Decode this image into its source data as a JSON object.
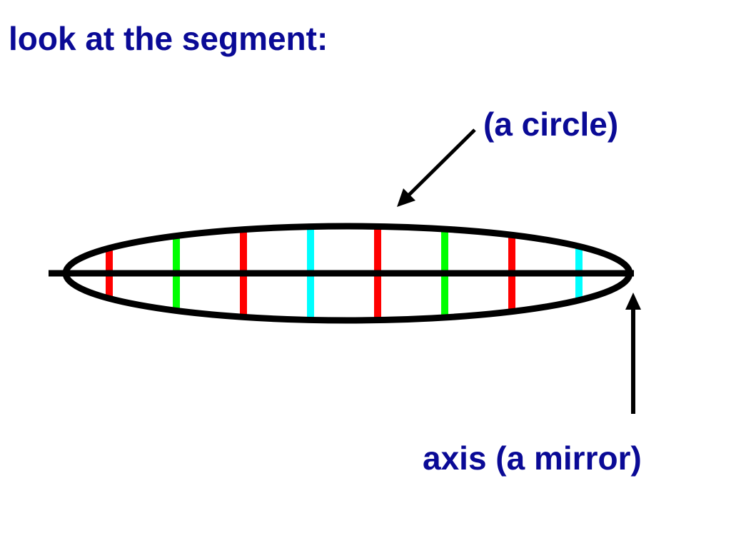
{
  "slide": {
    "title": "look at the segment:"
  },
  "labels": {
    "circle": "(a circle)",
    "axis": "axis (a mirror)"
  },
  "colors": {
    "text": "#0a0a96",
    "outline": "#000000",
    "red": "#ff0000",
    "green": "#00ff00",
    "cyan": "#00ffff"
  },
  "diagram": {
    "chord_colors": [
      "red",
      "green",
      "red",
      "cyan",
      "red",
      "green",
      "red",
      "cyan"
    ]
  }
}
